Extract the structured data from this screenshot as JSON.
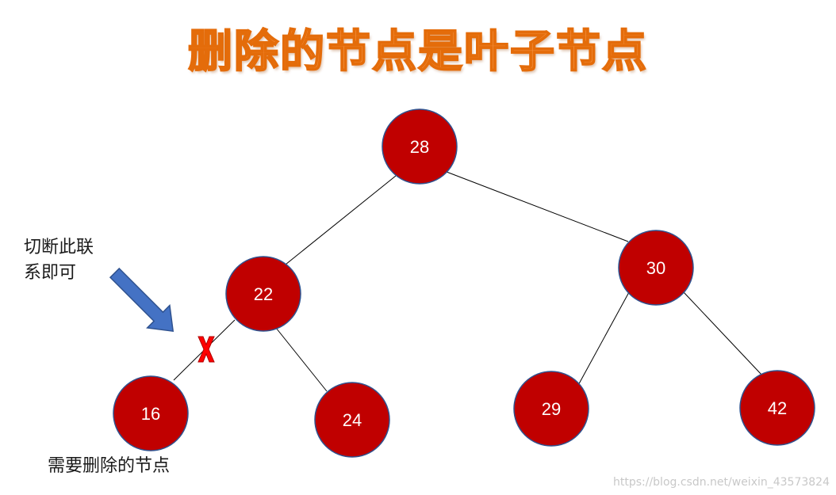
{
  "title": "删除的节点是叶子节点",
  "annotations": {
    "instruction_line1": "切断此联",
    "instruction_line2": "系即可",
    "delete_label": "需要删除的节点"
  },
  "colors": {
    "node_fill": "#c00000",
    "node_stroke": "#2f528f",
    "title_fill": "#f79646",
    "arrow_fill": "#4472c4",
    "cut_mark": "#ff0000"
  },
  "tree": {
    "nodes": [
      {
        "id": "n28",
        "label": "28"
      },
      {
        "id": "n22",
        "label": "22"
      },
      {
        "id": "n30",
        "label": "30"
      },
      {
        "id": "n16",
        "label": "16"
      },
      {
        "id": "n24",
        "label": "24"
      },
      {
        "id": "n29",
        "label": "29"
      },
      {
        "id": "n42",
        "label": "42"
      }
    ],
    "edges": [
      {
        "from": "n28",
        "to": "n22"
      },
      {
        "from": "n28",
        "to": "n30"
      },
      {
        "from": "n22",
        "to": "n16",
        "cut": true
      },
      {
        "from": "n22",
        "to": "n24"
      },
      {
        "from": "n30",
        "to": "n29"
      },
      {
        "from": "n30",
        "to": "n42"
      }
    ]
  },
  "watermark": "https://blog.csdn.net/weixin_43573824"
}
